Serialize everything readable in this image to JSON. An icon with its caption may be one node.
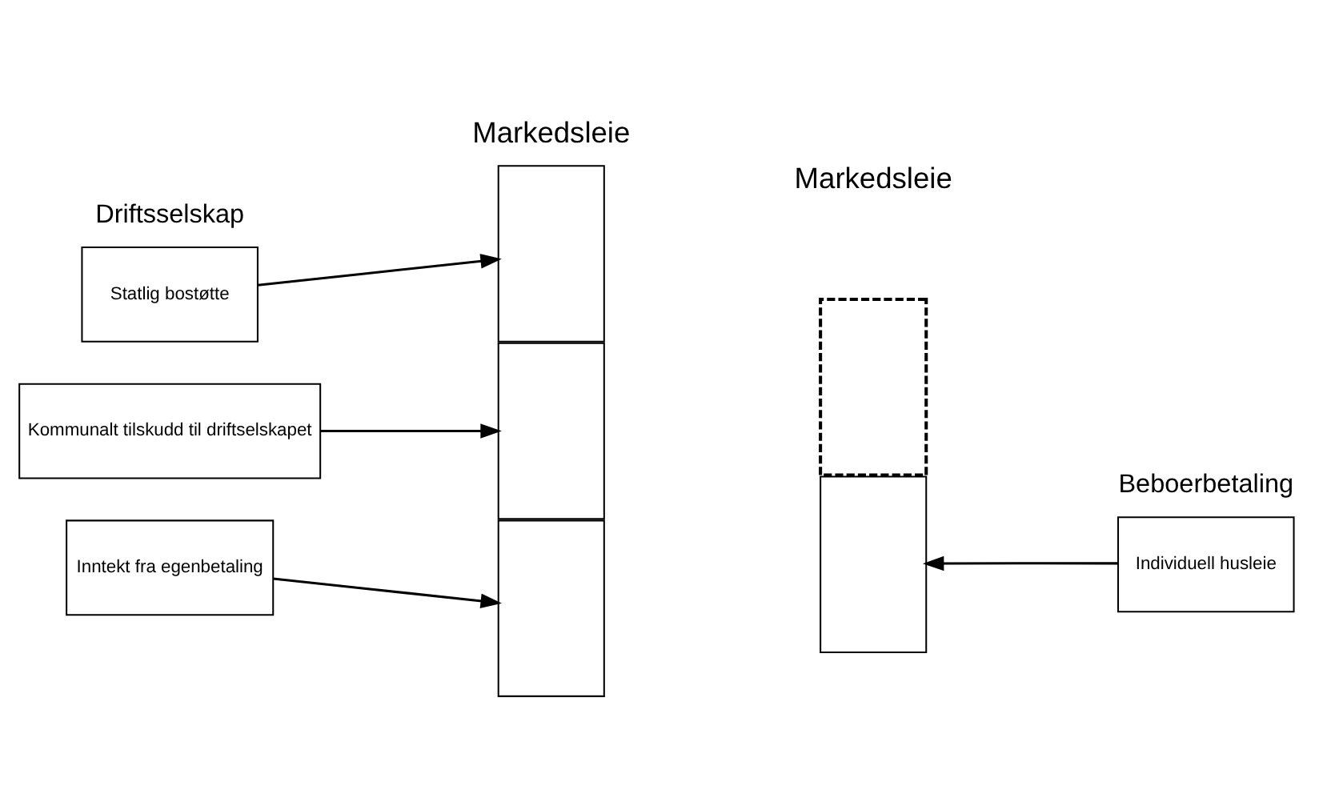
{
  "diagram": {
    "nodes": [
      {
        "text": [
          "Statlig bostøtte"
        ]
      },
      {
        "text": [],
        "shape": "box"
      },
      {
        "text": [
          "Kommunalt tilskudd til driftselskapet"
        ]
      },
      {
        "text": [],
        "shape": "box"
      },
      {
        "text": [
          "Inntekt fra egenbetaling"
        ]
      },
      {
        "text": [],
        "shape": "box"
      },
      {
        "text": [],
        "shape": "box"
      },
      {
        "text": [],
        "shape": "box"
      },
      {
        "text": [
          "Individuell husleie"
        ]
      }
    ],
    "edges": [
      {
        "from": 0,
        "to": 1,
        "arrow": "to"
      },
      {
        "from": 2,
        "to": 3,
        "arrow": "to"
      },
      {
        "from": 4,
        "to": 5,
        "arrow": "to"
      },
      {
        "from": 8,
        "to": 7,
        "arrow": "to"
      }
    ],
    "labels": [
      "Driftsselskap",
      "Beboerbetaling",
      "Markedsleie",
      "Markedsleie"
    ]
  }
}
